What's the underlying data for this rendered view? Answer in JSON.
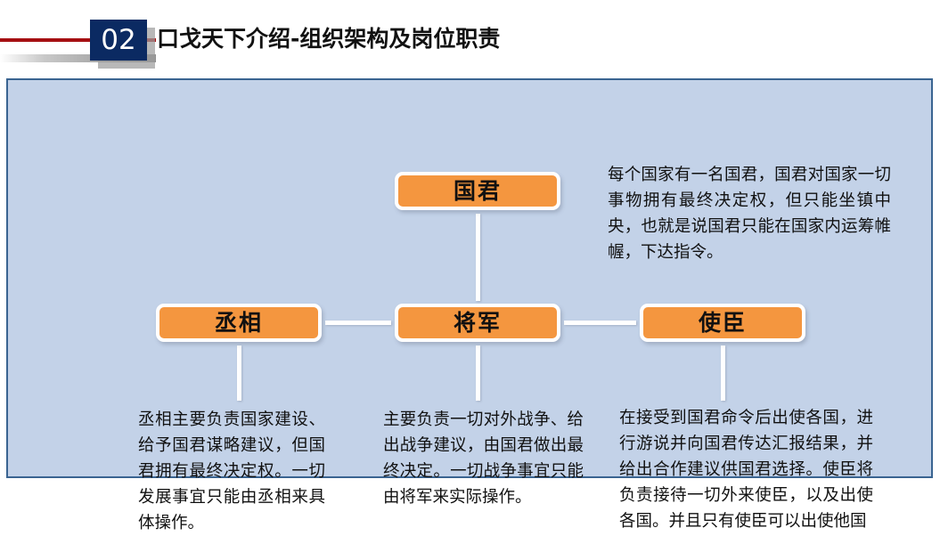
{
  "header": {
    "number": "02",
    "title": "口戈天下介绍-组织架构及岗位职责",
    "accent_red": "#A50F12",
    "number_box_color": "#0B2A62"
  },
  "panel": {
    "background": "#C3D2E8",
    "border_color": "#3A6491"
  },
  "org_chart": {
    "node_color": "#F4963F",
    "node_border_color": "#FFFFFF",
    "nodes": [
      {
        "id": "king",
        "label": "国君",
        "level": 1
      },
      {
        "id": "chancellor",
        "label": "丞相",
        "level": 2
      },
      {
        "id": "general",
        "label": "将军",
        "level": 2
      },
      {
        "id": "envoy",
        "label": "使臣",
        "level": 2
      }
    ]
  },
  "descriptions": {
    "king": "每个国家有一名国君，国君对国家一切事物拥有最终决定权，但只能坐镇中央，也就是说国君只能在国家内运筹帷幄，下达指令。",
    "chancellor": "丞相主要负责国家建设、给予国君谋略建议，但国君拥有最终决定权。一切发展事宜只能由丞相来具体操作。",
    "general": "主要负责一切对外战争、给出战争建议，由国君做出最终决定。一切战争事宜只能由将军来实际操作。",
    "envoy": "在接受到国君命令后出使各国，进行游说并向国君传达汇报结果，并给出合作建议供国君选择。使臣将负责接待一切外来使臣，以及出使各国。并且只有使臣可以出使他国"
  }
}
